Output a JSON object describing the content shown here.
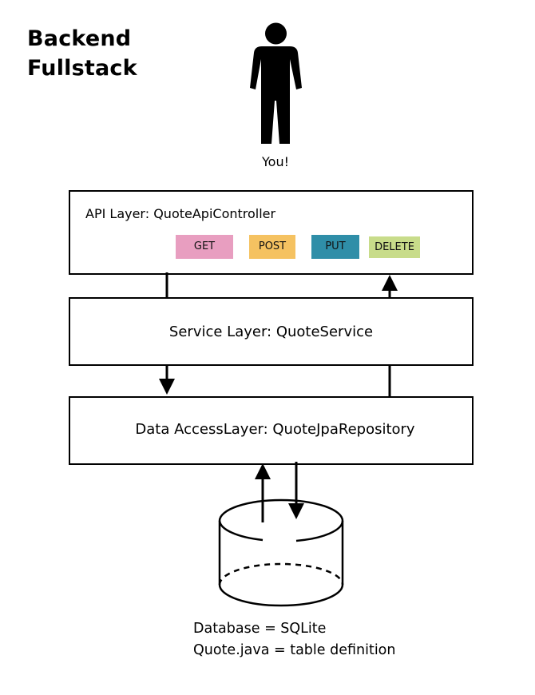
{
  "title": {
    "line1": "Backend",
    "line2": "Fullstack"
  },
  "user": {
    "label": "You!",
    "icon": "person-icon"
  },
  "layers": {
    "api": {
      "label": "API Layer: QuoteApiController",
      "methods": [
        {
          "label": "GET",
          "color": "#e89ec0"
        },
        {
          "label": "POST",
          "color": "#f5c261"
        },
        {
          "label": "PUT",
          "color": "#2f8ea8"
        },
        {
          "label": "DELETE",
          "color": "#c8dc8a"
        }
      ]
    },
    "service": {
      "label": "Service Layer: QuoteService"
    },
    "data_access": {
      "label": "Data AccessLayer: QuoteJpaRepository"
    }
  },
  "database": {
    "icon": "database-cylinder-icon",
    "caption_line1": "Database = SQLite",
    "caption_line2": "Quote.java = table definition"
  }
}
